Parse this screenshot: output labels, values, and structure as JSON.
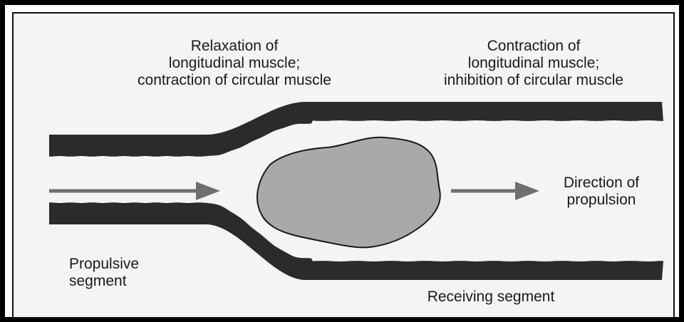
{
  "diagram": {
    "top_left_label": [
      "Relaxation of",
      "longitudinal muscle;",
      "contraction of circular muscle"
    ],
    "top_right_label": [
      "Contraction of",
      "longitudinal muscle;",
      "inhibition of circular muscle"
    ],
    "direction_label": [
      "Direction of",
      "propulsion"
    ],
    "propulsive_label": [
      "Propulsive",
      "segment"
    ],
    "receiving_label": "Receiving segment"
  },
  "colors": {
    "muscle": "#2b2b2b",
    "bolus": "#a9a9a9",
    "arrow": "#6f6f6f",
    "background": "#f4f4f2"
  }
}
